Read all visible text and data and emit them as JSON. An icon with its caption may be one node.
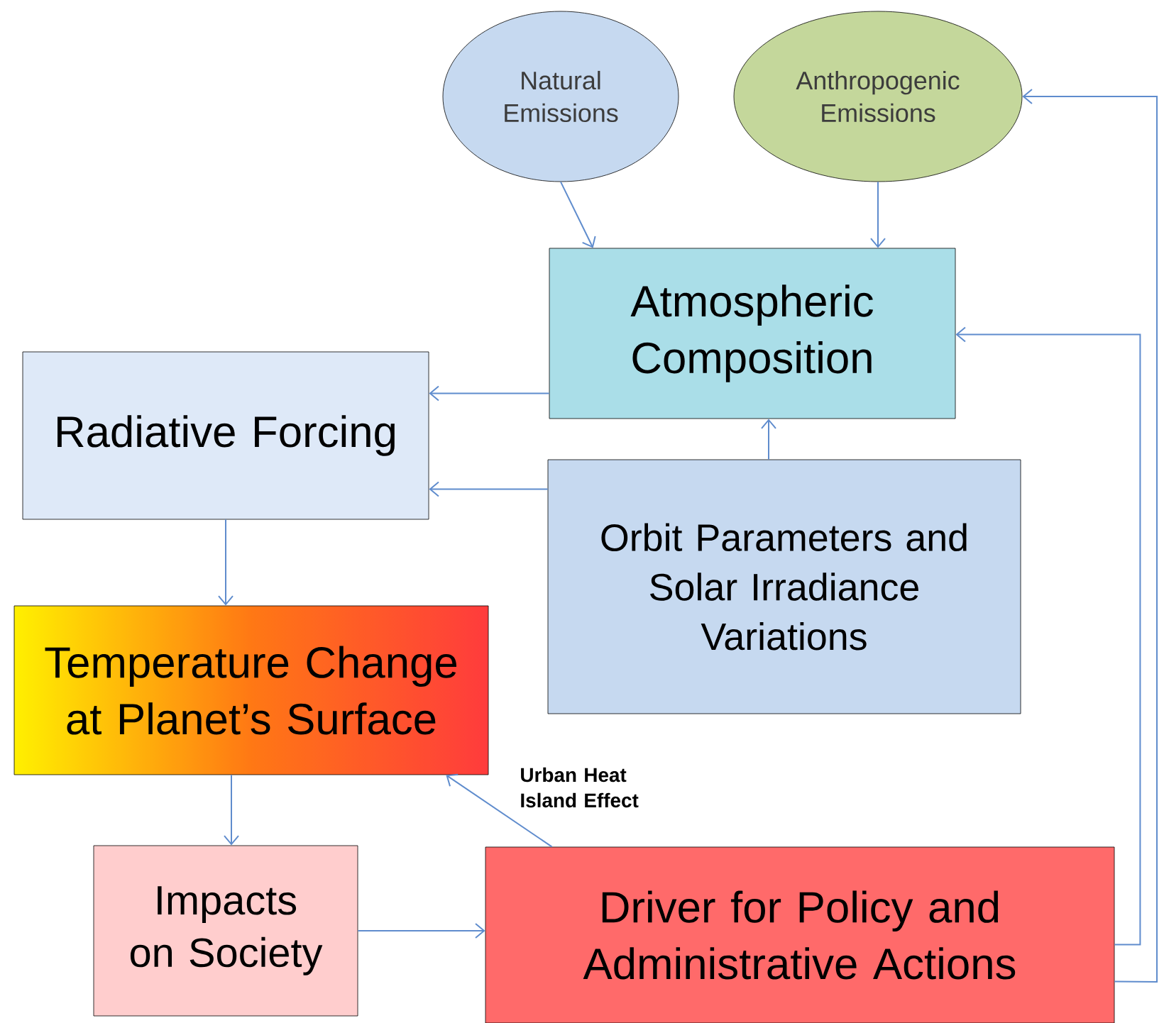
{
  "diagram": {
    "nodes": [
      {
        "text": [
          "Natural Emissions"
        ]
      },
      {
        "text": [
          "Anthropogenic Emissions"
        ]
      },
      {
        "text": [
          "Atmospheric Composition"
        ]
      },
      {
        "text": [
          "Radiative Forcing"
        ]
      },
      {
        "text": [
          "Orbit Parameters and Solar Irradiance Variations"
        ]
      },
      {
        "text": [
          "Temperature Change at Planet’s Surface"
        ]
      },
      {
        "text": [
          "Impacts on Society"
        ]
      },
      {
        "text": [
          "Driver for Policy and Administrative Actions"
        ]
      }
    ],
    "edges": [
      {
        "from": 0,
        "to": 2,
        "arrow": "to"
      },
      {
        "from": 1,
        "to": 2,
        "arrow": "to"
      },
      {
        "from": 2,
        "to": 3,
        "arrow": "to"
      },
      {
        "from": 4,
        "to": 3,
        "arrow": "to"
      },
      {
        "from": 4,
        "to": 2,
        "arrow": "to"
      },
      {
        "from": 3,
        "to": 5,
        "arrow": "to"
      },
      {
        "from": 5,
        "to": 6,
        "arrow": "to"
      },
      {
        "from": 6,
        "to": 7,
        "arrow": "to"
      },
      {
        "from": 7,
        "to": 5,
        "arrow": "to",
        "label": "Urban Heat Island Effect"
      },
      {
        "from": 7,
        "to": 2,
        "arrow": "to"
      },
      {
        "from": 7,
        "to": 1,
        "arrow": "to"
      }
    ]
  }
}
